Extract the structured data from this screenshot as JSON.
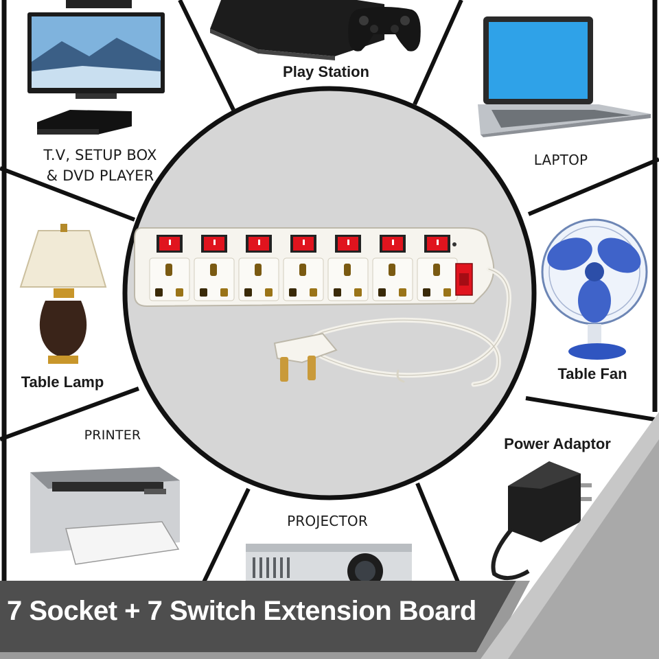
{
  "labels": {
    "playstation": "Play Station",
    "tv": "T.V, SETUP BOX",
    "tv2": "& DVD PLAYER",
    "laptop": "LAPTOP",
    "lamp": "Table Lamp",
    "fan": "Table Fan",
    "printer": "PRINTER",
    "adaptor": "Power Adaptor",
    "projector": "PROJECTOR"
  },
  "banner": {
    "title": "7 Socket + 7 Switch Extension Board"
  },
  "board": {
    "socket_count": 7,
    "switch_count": 7,
    "switch_color": "#e0141e"
  },
  "icons": [
    "tv-icon",
    "dvd-player-icon",
    "playstation-icon",
    "gamepad-icon",
    "laptop-icon",
    "table-lamp-icon",
    "table-fan-icon",
    "printer-icon",
    "projector-icon",
    "power-adaptor-icon",
    "extension-board-icon",
    "power-plug-icon"
  ]
}
